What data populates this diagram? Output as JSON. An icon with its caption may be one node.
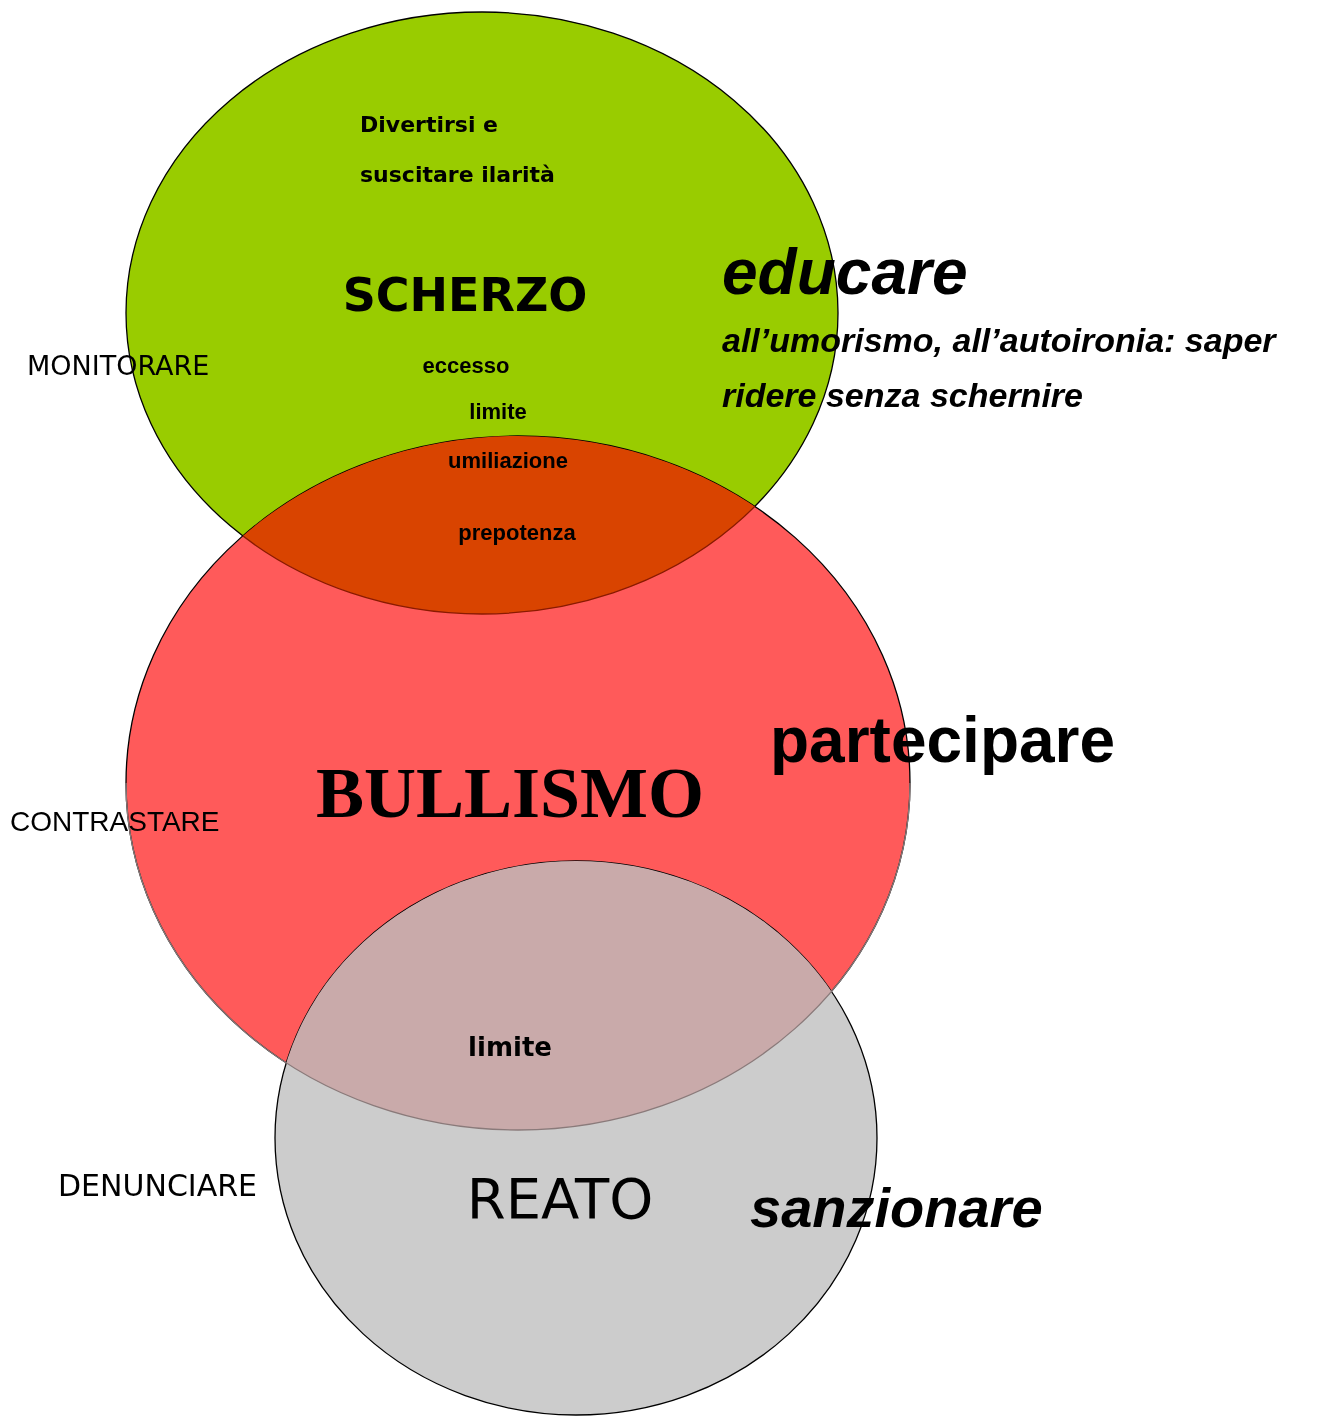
{
  "diagram": {
    "nodes": [
      {
        "text": [
          "Divertirsi e suscitare ilarità",
          "SCHERZO",
          "eccesso",
          "limite"
        ]
      },
      {
        "text": [
          "BULLISMO"
        ]
      },
      {
        "text": [
          "REATO"
        ]
      }
    ],
    "labels": [
      "educare",
      "all’umorismo, all’autoironia: saper ridere senza schernire",
      "MONITORARE",
      "umiliazione",
      "prepotenza",
      "partecipare",
      "CONTRASTARE",
      "limite",
      "DENUNCIARE",
      "sanzionare"
    ]
  }
}
